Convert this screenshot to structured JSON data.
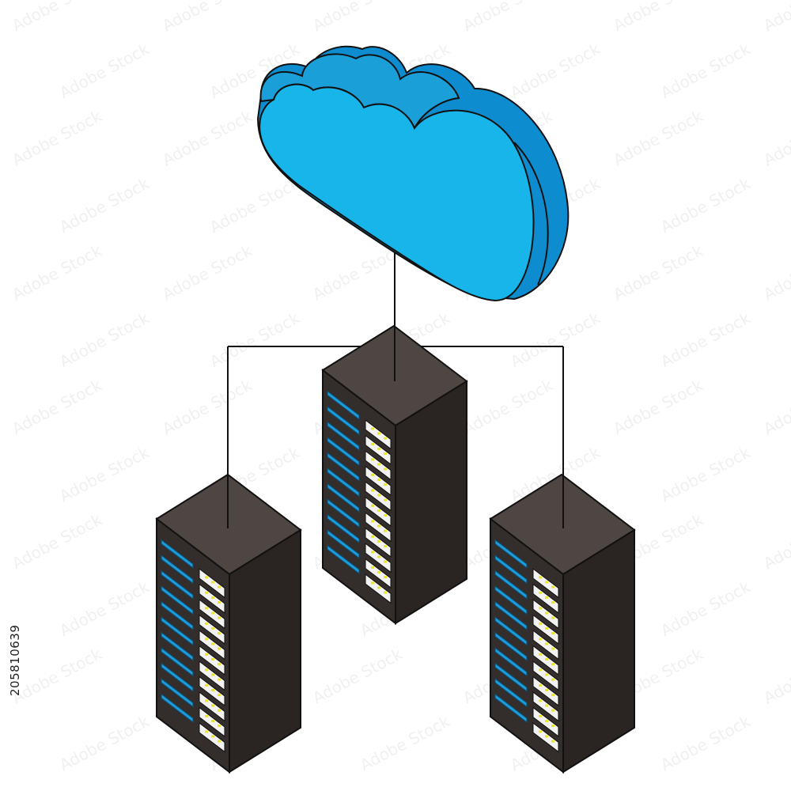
{
  "image": {
    "side_id_text": "205810639",
    "watermark_text": "Adobe Stock"
  },
  "colors": {
    "background": "#ffffff",
    "outline": "#111111",
    "cloud_front": "#17b5ea",
    "cloud_top": "#1b9fd8",
    "cloud_side": "#0d8ccf",
    "server_top": "#4e4643",
    "server_front": "#332e2b",
    "server_side": "#2a2522",
    "drive_bay": "#1d9ad8",
    "led_panel": "#f2f2f2",
    "led": "#e9e52a",
    "connector": "#111111"
  },
  "icons": [
    "cloud-icon",
    "server-rack-icon"
  ],
  "servers": [
    {
      "name": "left",
      "bays": 11,
      "led_rows": 11
    },
    {
      "name": "center",
      "bays": 11,
      "led_rows": 11
    },
    {
      "name": "right",
      "bays": 11,
      "led_rows": 11
    }
  ]
}
